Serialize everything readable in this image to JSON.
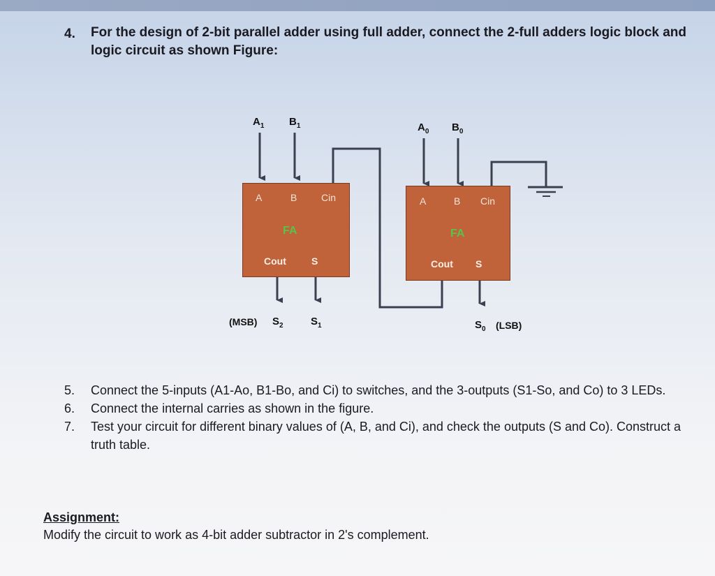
{
  "question4": {
    "number": "4.",
    "text": "For the design of 2-bit parallel adder using full adder, connect the 2-full adders logic block and logic circuit as shown Figure:"
  },
  "diagram": {
    "fa1": {
      "input_a": "A",
      "input_b": "B",
      "input_cin": "Cin",
      "title": "FA",
      "output_cout": "Cout",
      "output_s": "S"
    },
    "fa0": {
      "input_a": "A",
      "input_b": "B",
      "input_cin": "Cin",
      "title": "FA",
      "output_cout": "Cout",
      "output_s": "S"
    },
    "signals": {
      "a1_main": "A",
      "a1_sub": "1",
      "b1_main": "B",
      "b1_sub": "1",
      "a0_main": "A",
      "a0_sub": "0",
      "b0_main": "B",
      "b0_sub": "0",
      "msb_tag": "(MSB)",
      "s2_main": "S",
      "s2_sub": "2",
      "s1_main": "S",
      "s1_sub": "1",
      "s0_main": "S",
      "s0_sub": "0",
      "lsb_tag": "(LSB)"
    }
  },
  "steps": [
    {
      "number": "5.",
      "text": "Connect the 5-inputs (A1-Ao, B1-Bo, and Ci) to switches, and the 3-outputs (S1-So, and Co) to 3 LEDs."
    },
    {
      "number": "6.",
      "text": "Connect the internal carries as shown in the figure."
    },
    {
      "number": "7.",
      "text": "Test your circuit for different binary values of (A, B, and Ci), and check the outputs (S and Co). Construct a truth table."
    }
  ],
  "assignment": {
    "heading": "Assignment:",
    "text": "Modify the circuit to work as 4-bit adder subtractor in 2's complement."
  },
  "colors": {
    "block_fill": "#c0623a",
    "fa_label": "#59c24a",
    "wire": "#3a4050"
  }
}
